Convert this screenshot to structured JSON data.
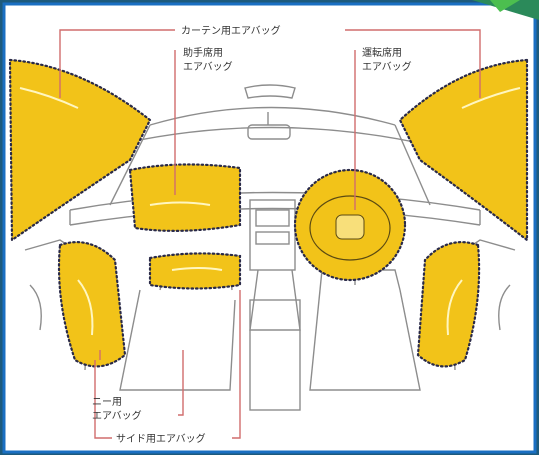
{
  "labels": {
    "curtain": "カーテン用エアバッグ",
    "passenger_line1": "助手席用",
    "passenger_line2": "エアバッグ",
    "driver_line1": "運転席用",
    "driver_line2": "エアバッグ",
    "knee_line1": "ニー用",
    "knee_line2": "エアバッグ",
    "side": "サイド用エアバッグ"
  },
  "colors": {
    "airbag_fill": "#f2c319",
    "airbag_dots": "#2a2a48",
    "leader_line": "#d16d6d",
    "frame_outer": "#1d5a7c",
    "frame_border": "#1a6fc2"
  }
}
